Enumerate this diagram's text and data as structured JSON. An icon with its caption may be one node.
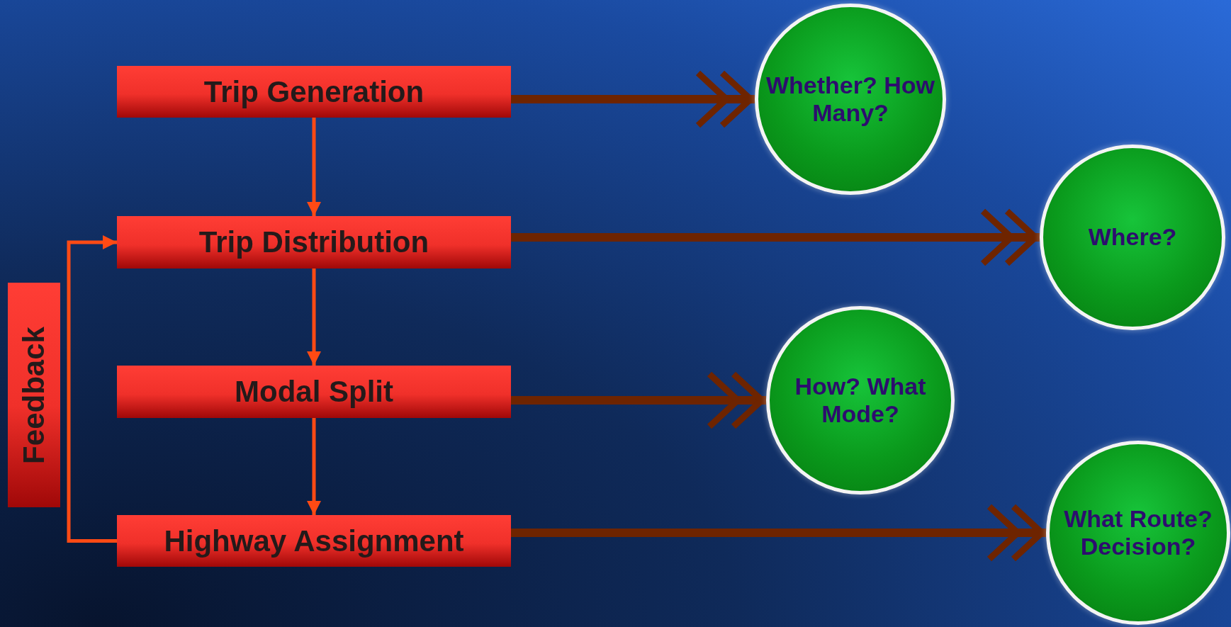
{
  "diagram": {
    "nodes": [
      {
        "text": [
          "Trip Generation"
        ]
      },
      {
        "text": [
          "Trip Distribution"
        ]
      },
      {
        "text": [
          "Modal Split"
        ]
      },
      {
        "text": [
          "Highway Assignment"
        ]
      },
      {
        "text": [
          "Feedback"
        ]
      },
      {
        "text": [
          "Whether? How Many?"
        ]
      },
      {
        "text": [
          "Where?"
        ]
      },
      {
        "text": [
          "How? What Mode?"
        ]
      },
      {
        "text": [
          "What Route? Decision?"
        ]
      }
    ],
    "edges": [
      {
        "from": 0,
        "to": 1,
        "arrow": "to"
      },
      {
        "from": 1,
        "to": 2,
        "arrow": "to"
      },
      {
        "from": 2,
        "to": 3,
        "arrow": "to"
      },
      {
        "from": 3,
        "to": 1,
        "arrow": "to"
      },
      {
        "from": 0,
        "to": 5,
        "arrow": "to",
        "style": "thick",
        "color": "#6e2400"
      },
      {
        "from": 1,
        "to": 6,
        "arrow": "to",
        "style": "thick",
        "color": "#6e2400"
      },
      {
        "from": 2,
        "to": 7,
        "arrow": "to",
        "style": "thick",
        "color": "#6e2400"
      },
      {
        "from": 3,
        "to": 8,
        "arrow": "to",
        "style": "thick",
        "color": "#6e2400"
      }
    ]
  }
}
